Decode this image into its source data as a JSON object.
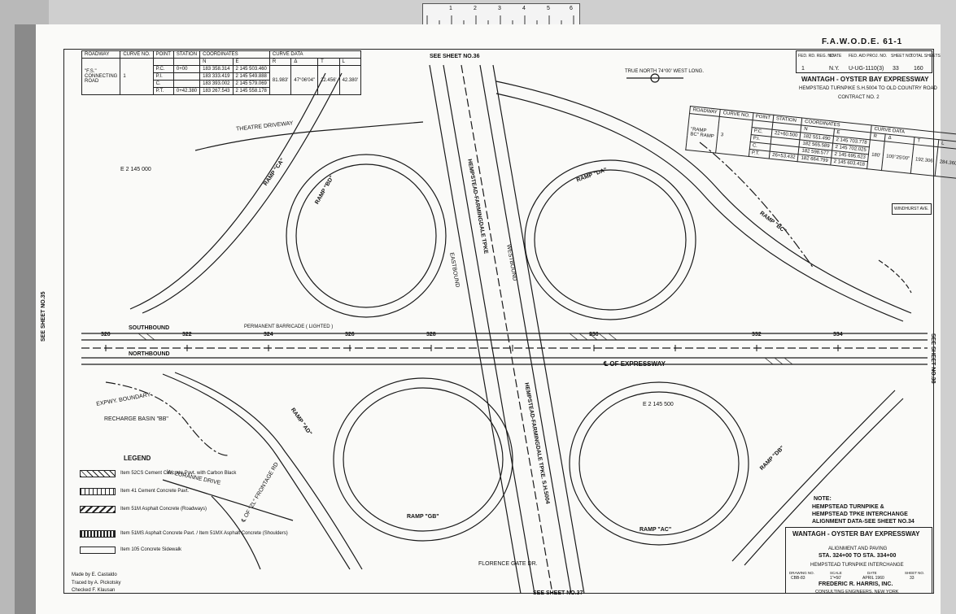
{
  "sheet": {
    "ref": "F.A.W.O.D.E. 61-1",
    "header_cells": [
      {
        "label": "FED. RD. REG. NO.",
        "value": "1"
      },
      {
        "label": "STATE",
        "value": "N.Y."
      },
      {
        "label": "FED. AID PROJ. NO.",
        "value": "U-UG-1110(3)"
      },
      {
        "label": "SHEET NO.",
        "value": "33"
      },
      {
        "label": "TOTAL SHEETS",
        "value": "160"
      }
    ],
    "project_title": "WANTAGH - OYSTER BAY EXPRESSWAY",
    "project_subtitle": "HEMPSTEAD TURNPIKE S.H.5004 TO OLD COUNTRY ROAD",
    "contract": "CONTRACT NO. 2"
  },
  "ruler": {
    "ticks": [
      "1",
      "2",
      "3",
      "4",
      "5",
      "6"
    ]
  },
  "curve_table_left": {
    "headers": [
      "ROADWAY",
      "CURVE NO.",
      "POINT",
      "STATION",
      "COORDINATES",
      "CURVE DATA"
    ],
    "sub_headers": [
      "N",
      "E",
      "R",
      "Δ",
      "T",
      "L"
    ],
    "roadway": "\"F.S.\" CONNECTING ROAD",
    "curve_no": "1",
    "rows": [
      {
        "point": "P.C.",
        "station": "0+00",
        "n": "183 358.314",
        "e": "2 145 503.460"
      },
      {
        "point": "P.I.",
        "station": "",
        "n": "183 333.419",
        "e": "2 145 549.888"
      },
      {
        "point": "C.",
        "station": "",
        "n": "183 393.002",
        "e": "2 145 579.069"
      },
      {
        "point": "P.T.",
        "station": "0+42.380",
        "n": "183 267.543",
        "e": "2 145 558.178"
      }
    ],
    "curve": {
      "r": "81.983'",
      "delta": "47°06'04\"",
      "t": "22.456'",
      "l": "42.380'"
    }
  },
  "curve_table_right": {
    "headers": [
      "ROADWAY",
      "CURVE NO.",
      "POINT",
      "STATION",
      "COORDINATES",
      "CURVE DATA"
    ],
    "sub_headers": [
      "N",
      "E",
      "R",
      "Δ",
      "T",
      "L"
    ],
    "roadway": "\"RAMP BC\" RAMP",
    "curve_no": "3",
    "rows": [
      {
        "point": "P.C.",
        "station": "22+60.500",
        "n": "182 551.490",
        "e": "2 145 703.778"
      },
      {
        "point": "P.I.",
        "station": "",
        "n": "182 565.589",
        "e": "2 145 702.025"
      },
      {
        "point": "C.",
        "station": "",
        "n": "182 598.577",
        "e": "2 145 695.623"
      },
      {
        "point": "P.T.",
        "station": "26+53.432",
        "n": "182 664.799",
        "e": "2 145 603.418"
      }
    ],
    "curve": {
      "r": "180'",
      "delta": "100°25'00\"",
      "t": "192.306'",
      "l": "284.360'"
    }
  },
  "plan_labels": {
    "see_sheet_36": "SEE SHEET NO.36",
    "see_sheet_37": "SEE SHEET NO.37",
    "see_sheet_35": "SEE SHEET NO.35",
    "see_sheet_38": "SEE SHEET NO.38",
    "north_arrow": "TRUE NORTH 74°00' WEST LONG.",
    "theatre_driveway": "THEATRE DRIVEWAY",
    "ramp_ca": "RAMP \"CA\"",
    "ramp_bd": "RAMP \"BD\"",
    "ramp_da": "RAMP \"DA\"",
    "ramp_bc": "RAMP \"BC\"",
    "ramp_ad": "RAMP \"AD\"",
    "ramp_gb": "RAMP \"GB\"",
    "ramp_ac": "RAMP \"AC\"",
    "ramp_db": "RAMP \"DB\"",
    "tpke": "HEMPSTEAD-FARMINGDALE TPKE",
    "tpke_lower": "HEMPSTEAD-FARMINGDALE TPKE. S.H.5004",
    "eastbound": "EASTBOUND",
    "westbound": "WESTBOUND",
    "southbound": "SOUTHBOUND",
    "northbound": "NORTHBOUND",
    "cl_expressway": "℄ OF EXPRESSWAY",
    "permanent_barricade": "PERMANENT BARRICADE ( LIGHTED )",
    "expwy_boundary": "EXPWY. BOUNDARY",
    "recharge_basin": "RECHARGE BASIN \"BB\"",
    "zoranne_drive": "W. ZORANNE DRIVE",
    "florence_gate": "FLORENCE GATE DR.",
    "frontage_rd": "℄ OF \"ZL\" FRONTAGE RD",
    "windhurst": "WINDHURST AVE.",
    "e_coord_top": "E 2 145 000",
    "e_coord_mid": "E 2 145 500",
    "stations": [
      "320",
      "322",
      "324",
      "326",
      "328",
      "330",
      "332",
      "334"
    ]
  },
  "legend": {
    "title": "LEGEND",
    "items": [
      "Item 52CS Cement Concrete Pavt. with Carbon Black",
      "Item 41 Cement Concrete Pavt.",
      "Item 51M Asphalt Concrete (Roadways)",
      "Item 51MS Asphalt Concrete Pavt. / Item 51MX Asphalt Concrete (Shoulders)",
      "Item 105 Concrete Sidewalk"
    ]
  },
  "note": {
    "title": "NOTE:",
    "lines": [
      "HEMPSTEAD TURNPIKE &",
      "HEMPSTEAD TPKE INTERCHANGE",
      "ALIGNMENT DATA-SEE SHEET NO.34"
    ]
  },
  "title_block": {
    "project": "WANTAGH - OYSTER BAY EXPRESSWAY",
    "line1": "ALIGNMENT AND PAVING",
    "line2": "STA. 324+00 TO STA. 334+00",
    "line3": "HEMPSTEAD TURNPIKE INTERCHANGE",
    "cells": [
      {
        "label": "DRAWING NO.",
        "value": "CBB-83"
      },
      {
        "label": "SCALE",
        "value": "1\"=50'"
      },
      {
        "label": "DATE",
        "value": "APRIL 1960"
      },
      {
        "label": "SHEET NO.",
        "value": "33"
      }
    ],
    "firm": "FREDERIC R. HARRIS, INC.",
    "firm_sub": "CONSULTING ENGINEERS, NEW YORK"
  },
  "signatures": {
    "made_by": "Made by E. Castaldo",
    "traced_by": "Traced by A. Pickotsky",
    "checked": "Checked F. Klausan"
  }
}
